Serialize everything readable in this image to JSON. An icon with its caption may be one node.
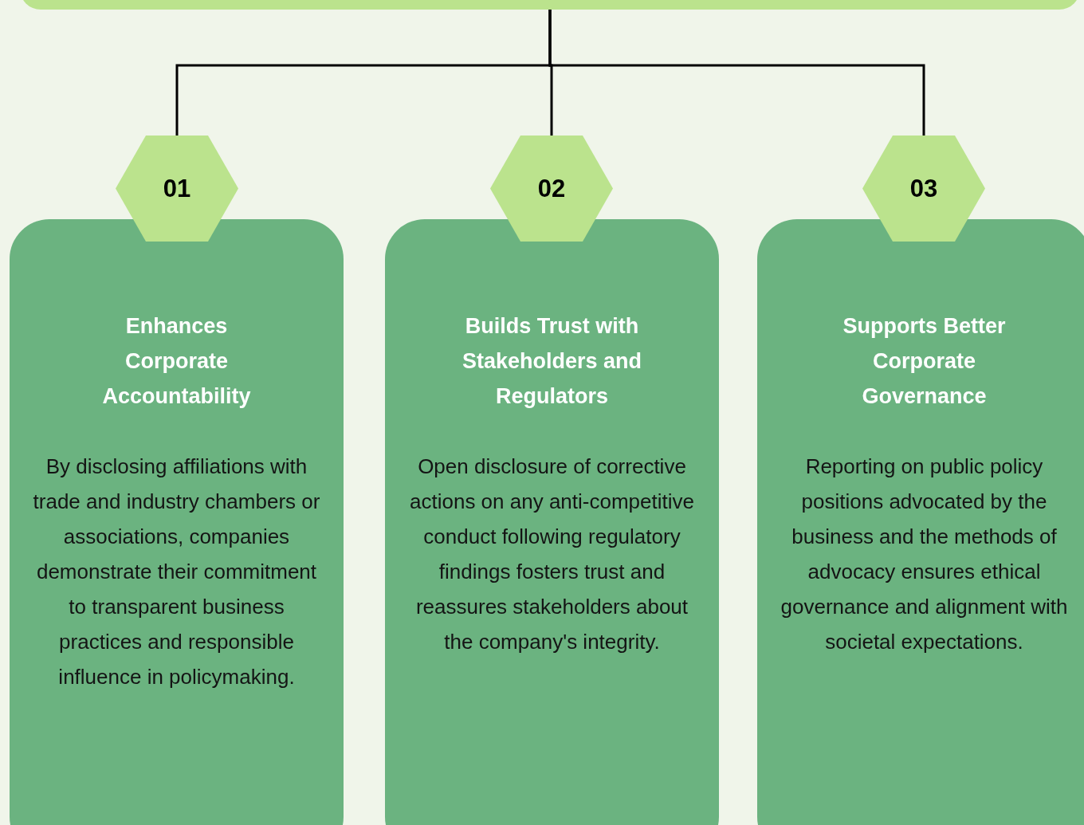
{
  "diagram": {
    "nodes": [
      {
        "text": [],
        "shape": "bar"
      },
      {
        "text": [
          "01"
        ]
      },
      {
        "text": [
          "Enhances Corporate Accountability",
          "By disclosing affiliations with trade and industry chambers or associations, companies demonstrate their commitment to transparent business practices and responsible influence in policymaking."
        ]
      },
      {
        "text": [
          "02"
        ]
      },
      {
        "text": [
          "Builds Trust with Stakeholders and Regulators",
          "Open disclosure of corrective actions on any anti-competitive conduct following regulatory findings fosters trust and reassures stakeholders about the company's integrity."
        ]
      },
      {
        "text": [
          "03"
        ]
      },
      {
        "text": [
          "Supports Better Corporate Governance",
          "Reporting on public policy positions advocated by the business and the methods of advocacy ensures ethical governance and alignment with societal expectations."
        ]
      }
    ],
    "edges": [
      {
        "from": 0,
        "to": 1,
        "arrow": "none"
      },
      {
        "from": 0,
        "to": 3,
        "arrow": "none"
      },
      {
        "from": 0,
        "to": 5,
        "arrow": "none"
      }
    ]
  }
}
